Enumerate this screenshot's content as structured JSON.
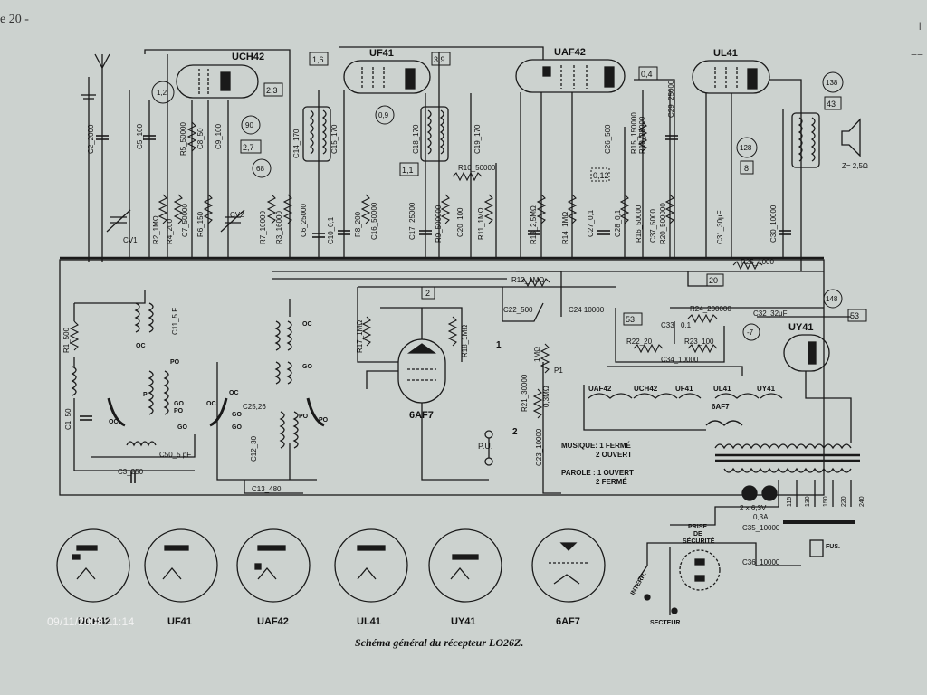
{
  "page_header": "e 20 -",
  "page_corner": "I",
  "corner_marks": "==",
  "timestamp": "09/11/2008 11:14",
  "caption": "Schéma général du récepteur LO26Z.",
  "tubes": {
    "uch42": "UCH42",
    "uf41": "UF41",
    "uaf42": "UAF42",
    "ul41": "UL41",
    "uy41": "UY41",
    "af7": "6AF7"
  },
  "tag_boxes": {
    "t1_6": "1,6",
    "t2_3": "2,3",
    "t3_9": "3,9",
    "t0_4": "0,4",
    "t1_1": "1,1",
    "t2": "2",
    "t53a": "53",
    "t53b": "53",
    "t20": "20",
    "t43": "43",
    "t8": "8",
    "t0_12": "0,12",
    "t2_7": "2,7"
  },
  "tag_circles": {
    "c1_2": "1,2",
    "c90": "90",
    "c68": "68",
    "c0_9": "0,9",
    "c138": "138",
    "c128": "128",
    "c148": "148",
    "c_7": "-7"
  },
  "components": {
    "c2": "C2_2000",
    "c5": "C5_100",
    "r5": "R5_50000",
    "c8": "C8_50",
    "c9": "C9_100",
    "c14": "C14_170",
    "c15": "C15_170",
    "c18": "C18_170",
    "c19": "C19_170",
    "r10": "R10_50000",
    "c26": "C26_500",
    "r15": "R15_150000",
    "r19": "R19_25000",
    "c29": "C29_25000",
    "cv1": "CV1",
    "cv2": "CV2",
    "r2": "R2_1MΩ",
    "r4": "R4_200",
    "c7": "C7_50000",
    "r6": "R6_150",
    "r7": "R7_10000",
    "r3": "R3_16000",
    "c6": "C6_25000",
    "c10": "C10_0,1",
    "r8": "R8_200",
    "c16": "C16_50000",
    "c17": "C17_25000",
    "r9": "R9_500000",
    "c20": "C20_100",
    "r11": "R11_1MΩ",
    "r13": "R13_2,5MΩ",
    "r14": "R14_1MΩ",
    "c27": "C27_0,1",
    "c28": "C28_0,1",
    "r16": "R16_50000",
    "c37": "C37_5000",
    "r20": "R20_500000",
    "c31": "C31_30μF",
    "c30": "C30_10000",
    "r25": "R25_1000",
    "r12": "R12_1MΩ",
    "r1": "R1_500",
    "c11": "C11_5 F",
    "c1": "C1_50",
    "c50": "C50_5 pF",
    "c3": "C3_250",
    "c25": "C25,26",
    "c12": "C12_30",
    "c13": "C13_480",
    "r17": "R17_1MΩ",
    "r18": "R18_1MΩ",
    "c22": "C22_500",
    "c24": "C24 10000",
    "r21": "R21_30000",
    "p1": "P1",
    "pot": "1MΩ",
    "pot2": "0,3MΩ",
    "c23": "C23_10000",
    "r24": "R24_200000",
    "c32": "C32_32μF",
    "c33": "C33",
    "c33v": "0,1",
    "r22": "R22_20",
    "r23": "R23_100",
    "c34": "C34_10000",
    "c35": "C35_10000",
    "c36": "C36_10000",
    "lamp": "2 x 6,3V",
    "lamp2": "0,3A",
    "zz": "Z= 2,5Ω"
  },
  "coil_labels": {
    "oc1": "OC",
    "po1": "PO",
    "go1": "GO",
    "p": "P",
    "oc2": "OC",
    "po2": "PO",
    "go2": "GO",
    "oc3": "OC",
    "go3": "GO",
    "oc4": "OC",
    "po3": "PO",
    "go4": "GO",
    "oc5": "OC",
    "go5": "GO",
    "po4": "PO"
  },
  "switch_labels": {
    "pu": "P.U.",
    "s1": "1",
    "s2": "2",
    "musique": "MUSIQUE: 1 FERMÉ",
    "musique2": "2 OUVERT",
    "parole": "PAROLE : 1 OUVERT",
    "parole2": "2 FERMÉ"
  },
  "filament_chain": [
    "UAF42",
    "UCH42",
    "UF41",
    "UL41",
    "UY41"
  ],
  "filament_6af7": "6AF7",
  "voltage_taps": [
    "115",
    "130",
    "150",
    "220",
    "240"
  ],
  "mains": {
    "prise": "PRISE",
    "de": "DE",
    "securite": "SÉCURITÉ",
    "interr": "INTERR.",
    "secteur": "SECTEUR",
    "fus": "FUS."
  },
  "pinout_labels": [
    "UCH42",
    "UF41",
    "UAF42",
    "UL41",
    "UY41",
    "6AF7"
  ]
}
